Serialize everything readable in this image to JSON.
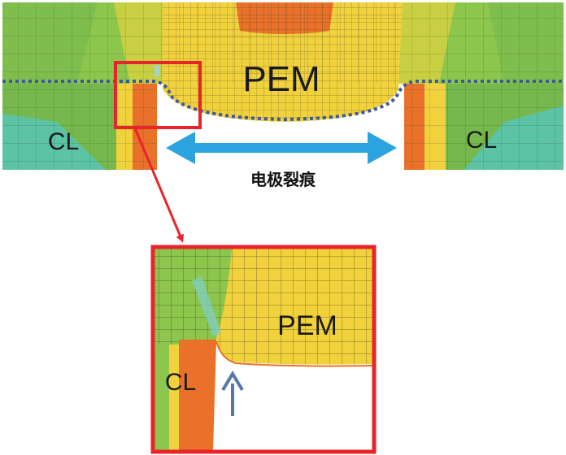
{
  "labels": {
    "pem_main": "PEM",
    "cl_left": "CL",
    "cl_right": "CL",
    "crack_caption": "电极裂痕",
    "pem_inset": "PEM",
    "cl_inset": "CL"
  },
  "colors": {
    "pem_yellow": "#f2d23c",
    "cl_green": "#86c34a",
    "cl_teal": "#5cc3a4",
    "stress_orange": "#e9712a",
    "highlight_red": "#e8242b",
    "arrow_blue": "#2aa3df",
    "pointer_blue": "#5577a9",
    "boundary_dots": "#3d5a9a"
  },
  "icons": {
    "double_arrow": "double-headed-arrow-icon",
    "up_arrow": "up-arrow-icon",
    "zoom_arrow": "zoom-pointer-arrow-icon"
  }
}
